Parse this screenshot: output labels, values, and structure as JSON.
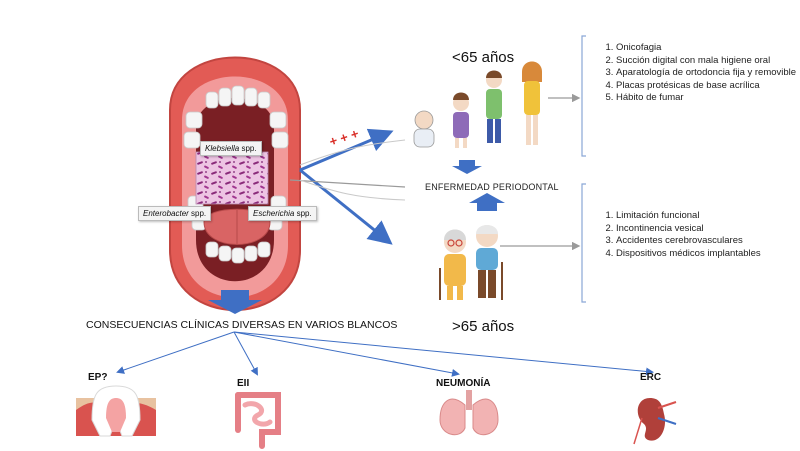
{
  "young": {
    "title": "<65 años",
    "items": [
      "Onicofagia",
      "Succión digital con mala higiene oral",
      "Aparatología de ortodoncia fija y removible",
      "Placas protésicas de base acrílica",
      "Hábito de fumar"
    ]
  },
  "old": {
    "title": ">65 años",
    "items": [
      "Limitación funcional",
      "Incontinencia vesical",
      "Accidentes cerebrovasculares",
      "Dispositivos médicos implantables"
    ]
  },
  "center_label": "ENFERMEDAD PERIODONTAL",
  "plus_signs": "+ + +",
  "bacteria": {
    "klebsiella": {
      "genus": "Klebsiella",
      "suffix": " spp."
    },
    "enterobacter": {
      "genus": "Enterobacter",
      "suffix": " spp."
    },
    "escherichia": {
      "genus": "Escherichia",
      "suffix": " spp."
    }
  },
  "consequences": "CONSECUENCIAS CLÍNICAS DIVERSAS EN VARIOS BLANCOS",
  "outcomes": [
    "EP?",
    "EII",
    "NEUMONÍA",
    "ERC"
  ],
  "colors": {
    "arrow_blue": "#3f6fc4",
    "line_gray": "#9a9a9a",
    "lip": "#d9534f",
    "gum": "#e88a8a",
    "tongue": "#d96464",
    "bacteria_bg": "#e9b7dc",
    "bacteria_rod": "#8a2a7a"
  },
  "icons": {
    "mouth": "open-mouth-icon",
    "tooth": "tooth-cross-section-icon",
    "intestine": "intestine-icon",
    "lungs": "lungs-icon",
    "kidney": "kidney-icon"
  }
}
